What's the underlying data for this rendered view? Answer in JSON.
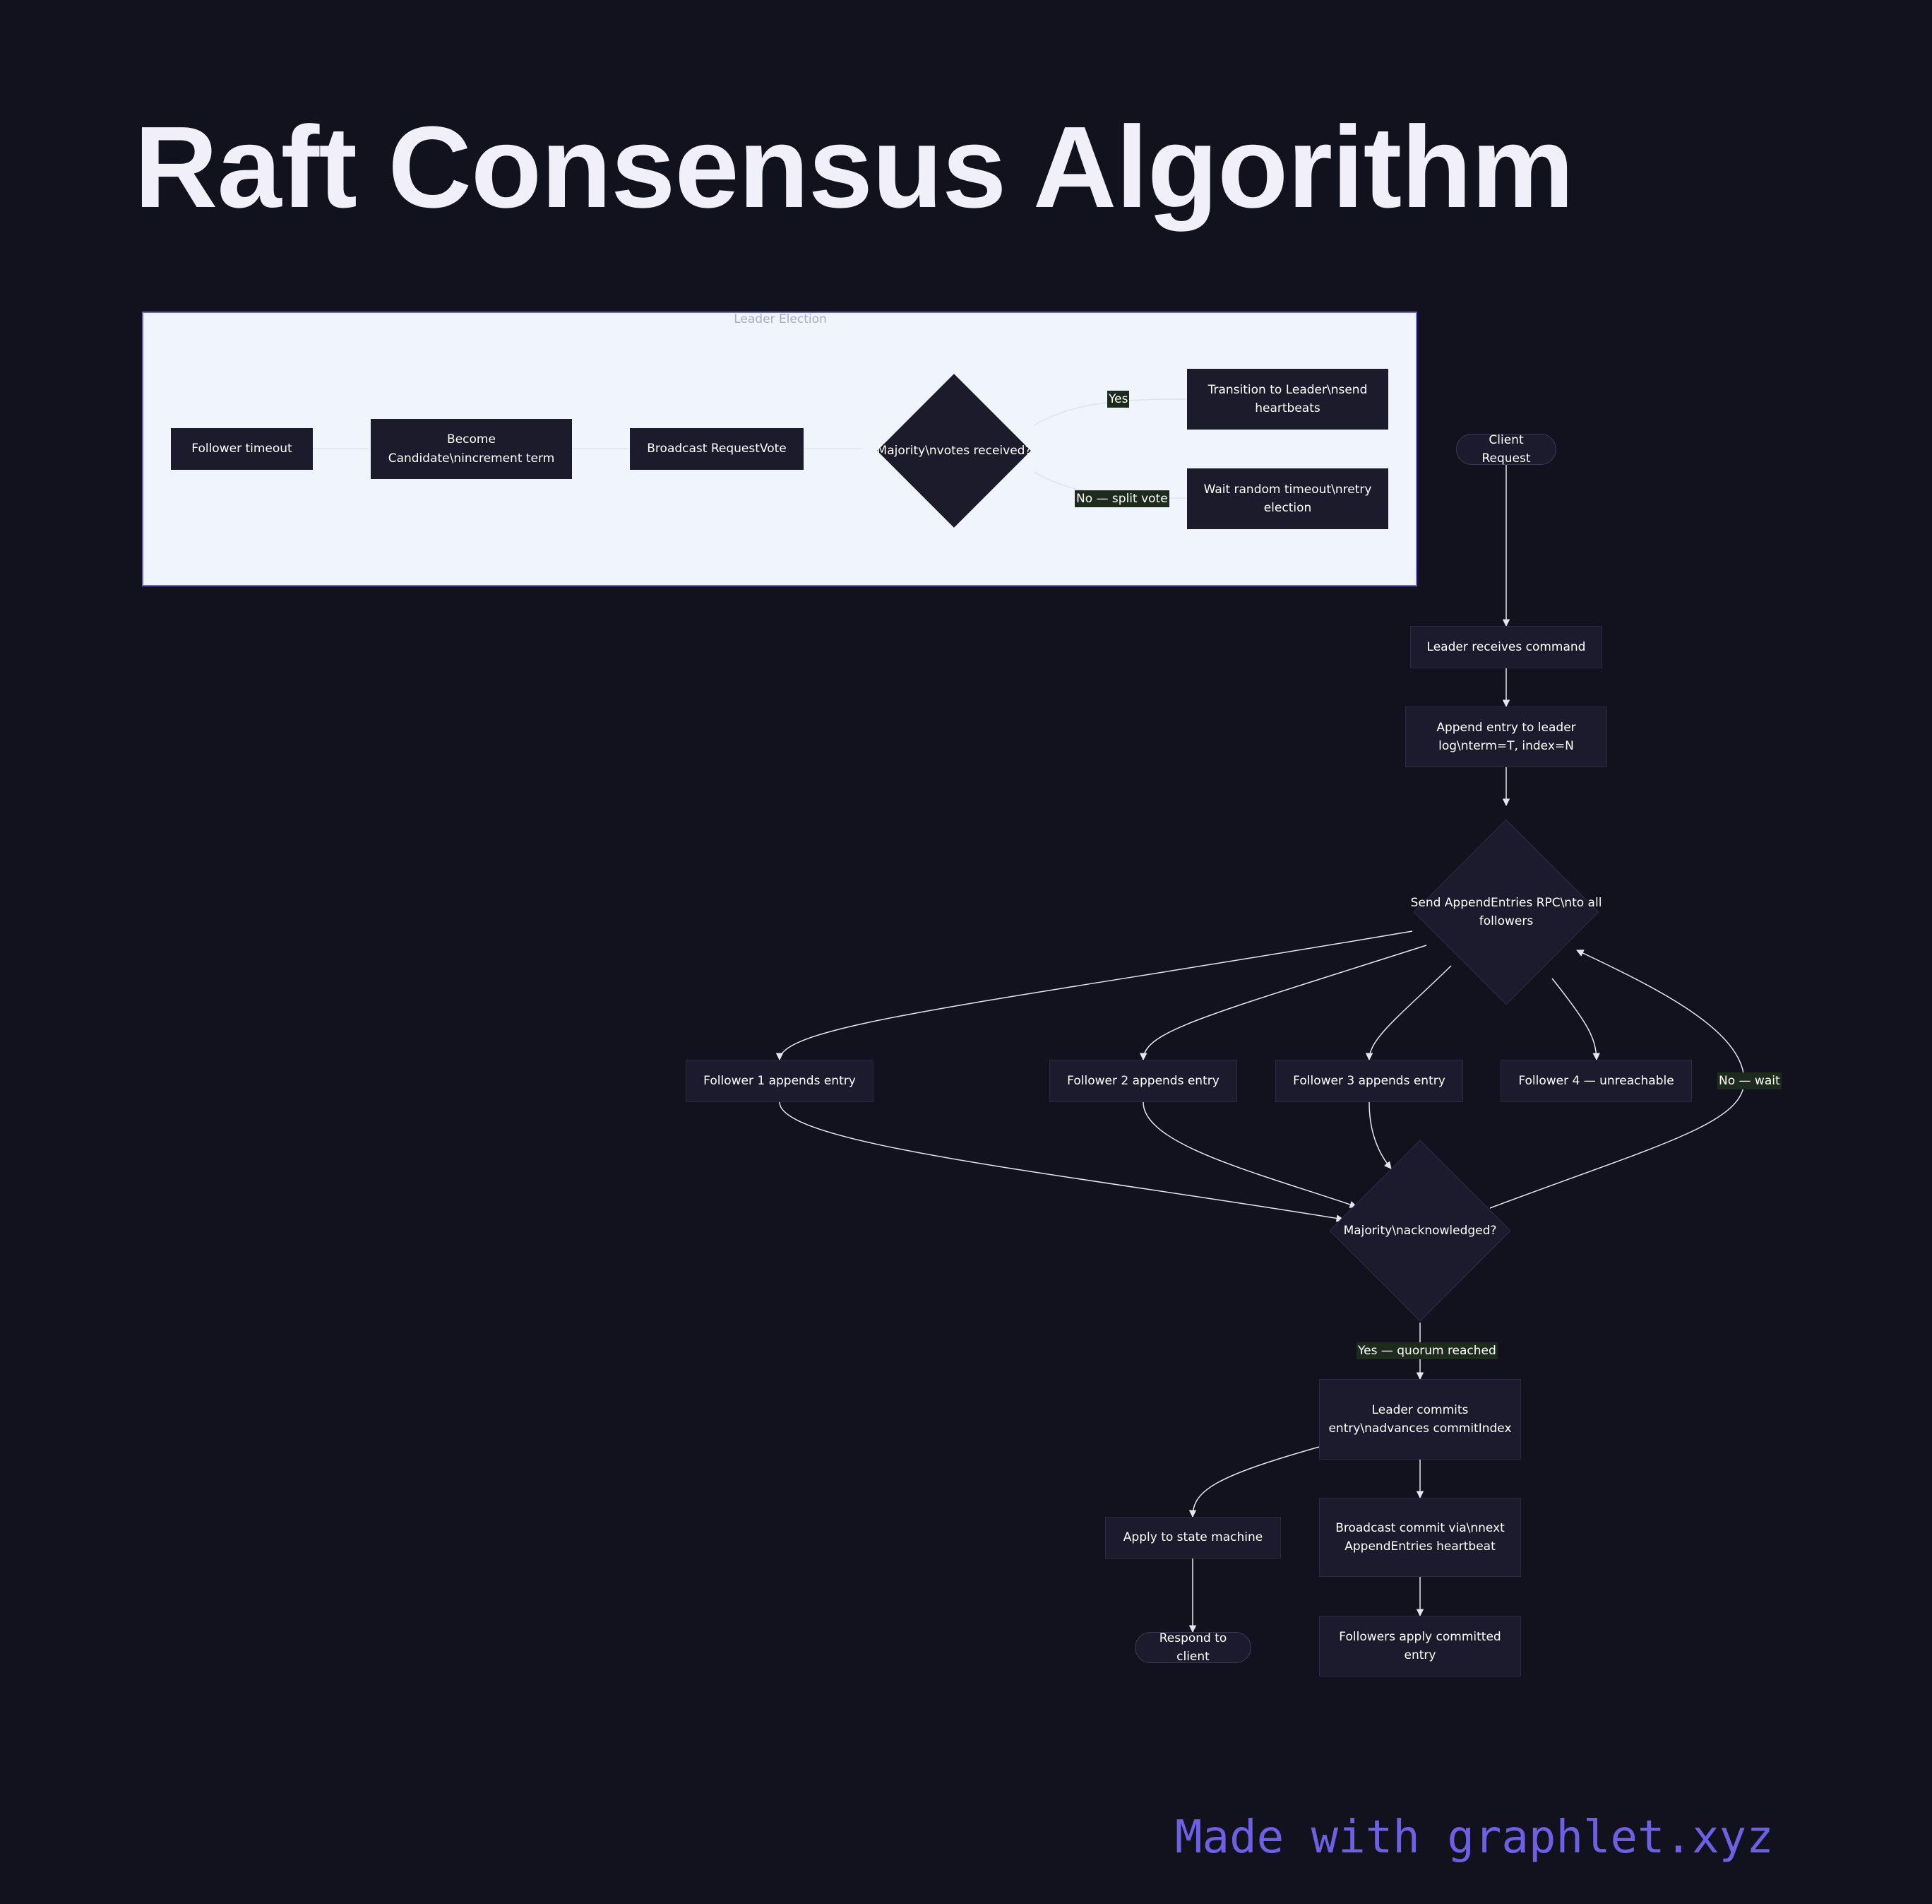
{
  "title": "Raft Consensus Algorithm",
  "cluster_label": "Leader Election",
  "footer": "Made with graphlet.xyz",
  "nodes": {
    "follower_timeout": "Follower timeout",
    "become_candidate": "Become Candidate\\nincrement term",
    "broadcast_requestvote": "Broadcast RequestVote",
    "majority_votes": "Majority\\nvotes received?",
    "transition_leader": "Transition to Leader\\nsend heartbeats",
    "wait_random": "Wait random timeout\\nretry election",
    "client_request": "Client Request",
    "leader_receives": "Leader receives command",
    "append_entry": "Append entry to leader log\\nterm=T, index=N",
    "send_appendentries": "Send AppendEntries RPC\\nto all followers",
    "follower1": "Follower 1 appends entry",
    "follower2": "Follower 2 appends entry",
    "follower3": "Follower 3 appends entry",
    "follower4": "Follower 4 — unreachable",
    "majority_ack": "Majority\\nacknowledged?",
    "leader_commits": "Leader commits entry\\nadvances commitIndex",
    "apply_state": "Apply to state machine",
    "broadcast_commit": "Broadcast commit via\\nnext AppendEntries heartbeat",
    "respond_client": "Respond to client",
    "followers_apply": "Followers apply committed entry"
  },
  "edge_labels": {
    "yes": "Yes",
    "no_split": "No — split vote",
    "no_wait": "No — wait",
    "yes_quorum": "Yes — quorum reached"
  }
}
